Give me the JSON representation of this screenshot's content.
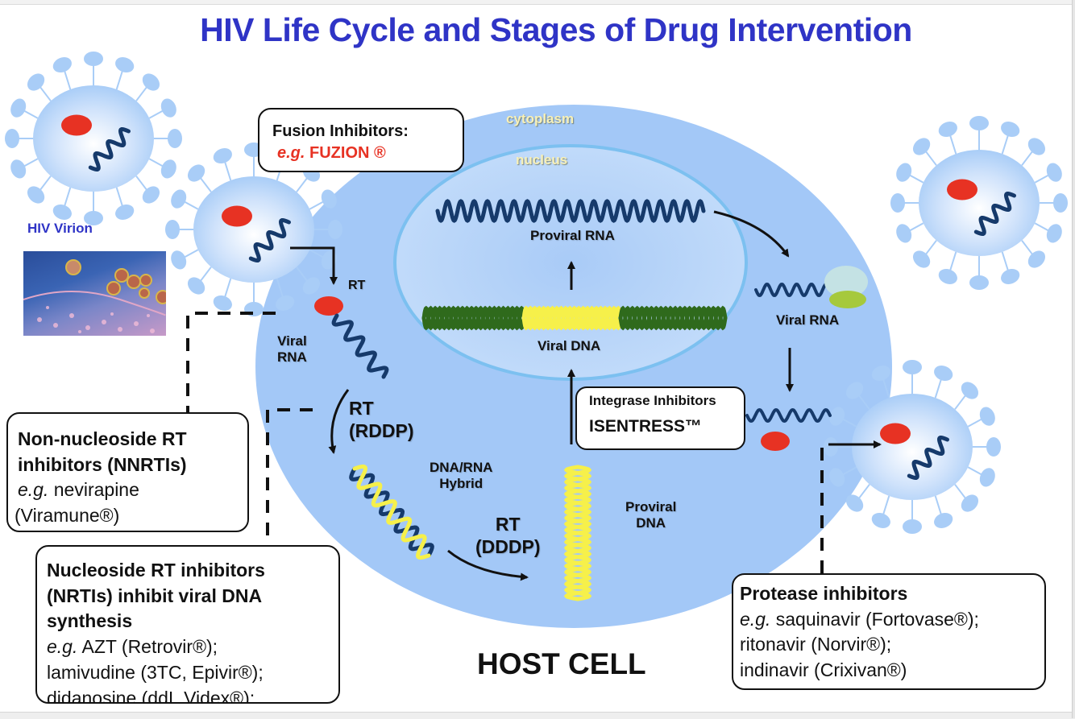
{
  "title": "HIV Life Cycle and Stages of Drug Intervention",
  "colors": {
    "title": "#2f34c6",
    "cell": "#a3c8f7",
    "nucleus": "#bcd8fa",
    "nucleus_border": "#7cc0f0",
    "virion_body": "#a9cdf7",
    "rna_strand": "#163a6b",
    "capsid_red": "#e73223",
    "dna_green": "#2f6a1c",
    "dna_yellow": "#f6f04a",
    "ribosome_large": "#c4e2e4",
    "ribosome_small": "#a6c93c",
    "fuzion_red": "#e73223"
  },
  "labels": {
    "hiv_virion": "HIV Virion",
    "cytoplasm": "cytoplasm",
    "nucleus": "nucleus",
    "proviral_rna": "Proviral RNA",
    "viral_dna": "Viral DNA",
    "viral_rna_right": "Viral RNA",
    "viral_rna_left_line1": "Viral",
    "viral_rna_left_line2": "RNA",
    "rt": "RT",
    "rt_rddp_line1": "RT",
    "rt_rddp_line2": "(RDDP)",
    "hybrid_line1": "DNA/RNA",
    "hybrid_line2": "Hybrid",
    "rt_dddp_line1": "RT",
    "rt_dddp_line2": "(DDDP)",
    "proviral_dna_line1": "Proviral",
    "proviral_dna_line2": "DNA",
    "host_cell": "HOST CELL"
  },
  "boxes": {
    "fusion": {
      "heading": "Fusion Inhibitors:",
      "eg": "e.g.",
      "drug": "FUZION ®"
    },
    "integrase": {
      "heading": "Integrase Inhibitors",
      "drug": "ISENTRESS™"
    },
    "nnrti": {
      "heading_line1": "Non-nucleoside RT",
      "heading_line2": "inhibitors (NNRTIs)",
      "eg": "e.g.",
      "line3": " nevirapine",
      "line4": "(Viramune®)"
    },
    "nrti": {
      "heading_line1": "Nucleoside RT inhibitors",
      "heading_line2": "(NRTIs) inhibit viral DNA",
      "heading_line3": "synthesis",
      "eg": "e.g.",
      "line4": " AZT (Retrovir®);",
      "line5": "lamivudine (3TC, Epivir®);",
      "line6": "didanosine (ddI, Videx®);"
    },
    "protease": {
      "heading": "Protease inhibitors",
      "eg": "e.g.",
      "line2": " saquinavir (Fortovase®);",
      "line3": "ritonavir (Norvir®);",
      "line4": "indinavir (Crixivan®)"
    }
  }
}
